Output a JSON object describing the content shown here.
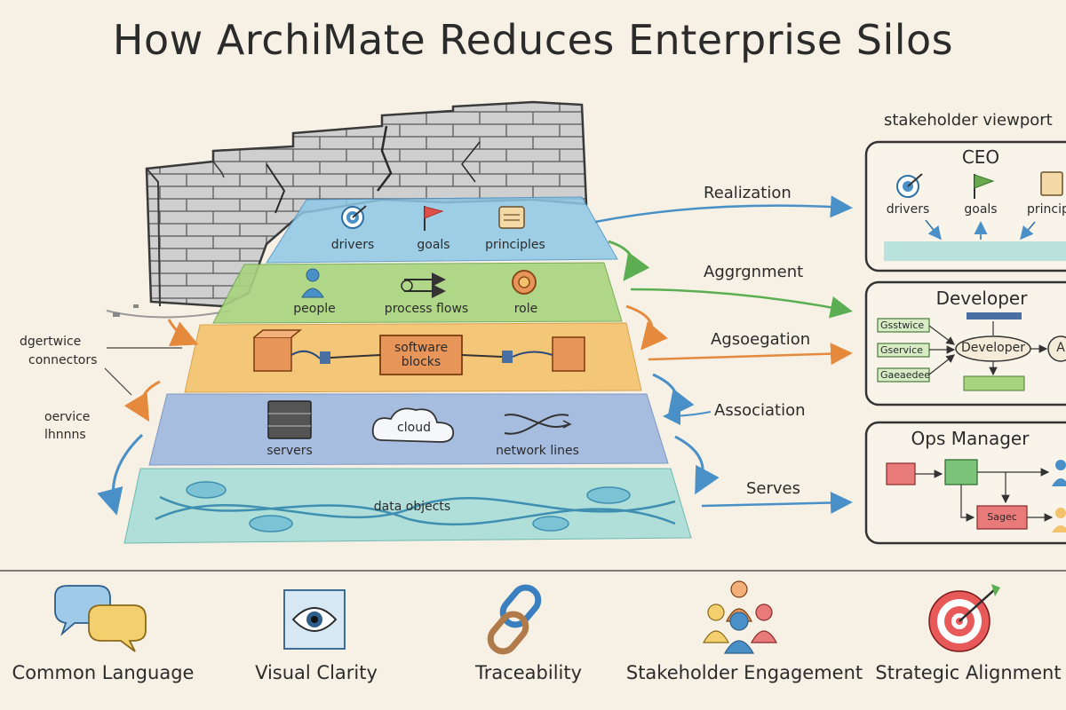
{
  "title": "How ArchiMate Reduces Enterprise Silos",
  "layers": {
    "motivation": [
      "drivers",
      "goals",
      "principles"
    ],
    "business": [
      "people",
      "process flows",
      "role"
    ],
    "application": {
      "block": "software\nblocks"
    },
    "technology": [
      "servers",
      "cloud",
      "network lines"
    ],
    "data": "data objects"
  },
  "left_labels": {
    "connectors": [
      "dgertwice",
      "connectors"
    ],
    "service": [
      "oervice",
      "lhnnns"
    ]
  },
  "relations": [
    "Realization",
    "Aggrgnment",
    "Agsoegation",
    "Association",
    "Serves"
  ],
  "viewports": {
    "header": "stakeholder viewport",
    "ceo": {
      "title": "CEO",
      "items": [
        "drivers",
        "goals",
        "princip"
      ]
    },
    "developer": {
      "title": "Developer",
      "center": "Developer",
      "badge": "A",
      "tags": [
        "Gsstwice",
        "Gservice",
        "Gaeaedee"
      ]
    },
    "ops": {
      "title": "Ops Manager",
      "box": "Sagec"
    }
  },
  "benefits": [
    "Common Language",
    "Visual Clarity",
    "Traceability",
    "Stakeholder Engagement",
    "Strategic Alignment"
  ],
  "colors": {
    "motivation": "#8ec9e6",
    "business": "#a9d47e",
    "application": "#f4c26d",
    "technology": "#9fb8e0",
    "data": "#a9ddd8",
    "arrow_blue": "#4a90c8",
    "arrow_green": "#5cae52",
    "arrow_orange": "#e58a3c"
  }
}
